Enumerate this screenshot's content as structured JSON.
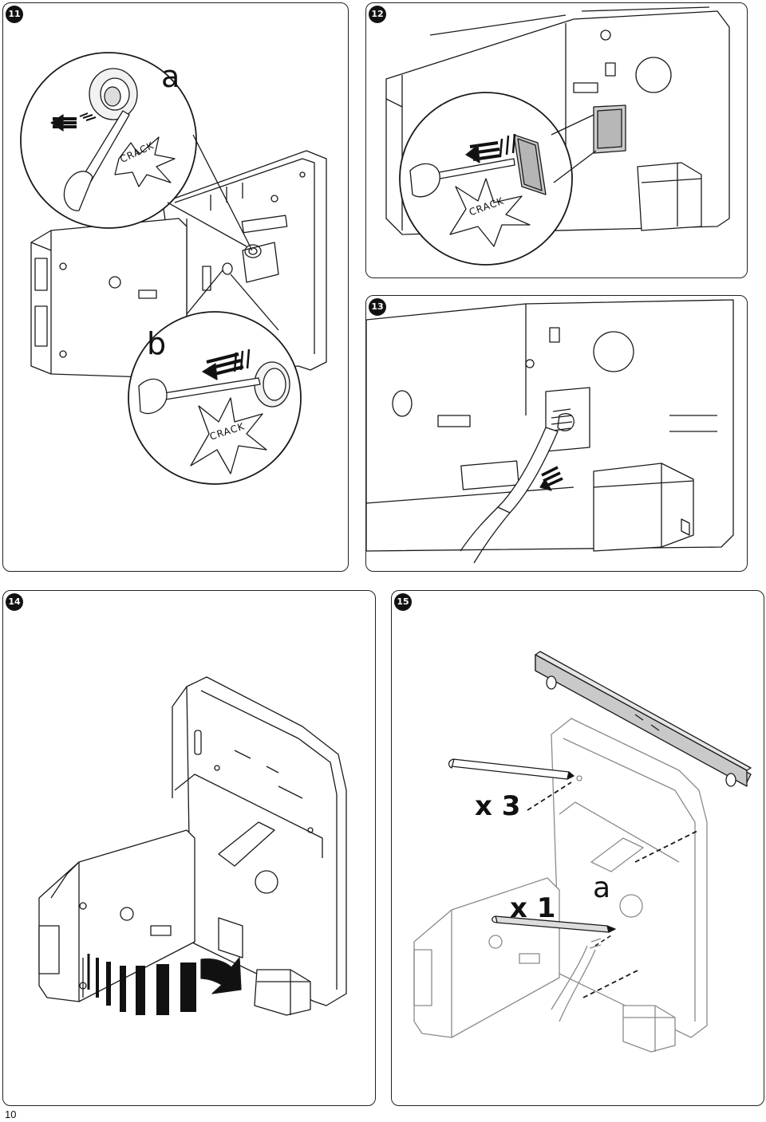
{
  "steps": {
    "s11": {
      "badge": "11",
      "label_a": "a",
      "label_b": "b",
      "crack_a": "CRACK",
      "crack_b": "CRACK"
    },
    "s12": {
      "badge": "12",
      "crack": "CRACK"
    },
    "s13": {
      "badge": "13"
    },
    "s14": {
      "badge": "14"
    },
    "s15": {
      "badge": "15",
      "count_top": "x 3",
      "count_bottom": "x 1",
      "label_a": "a"
    }
  },
  "page_number": "10",
  "colors": {
    "line": "#1a1a1a",
    "fill": "#ffffff",
    "grey": "#9a9a9a",
    "level": "#d8d8d8"
  }
}
